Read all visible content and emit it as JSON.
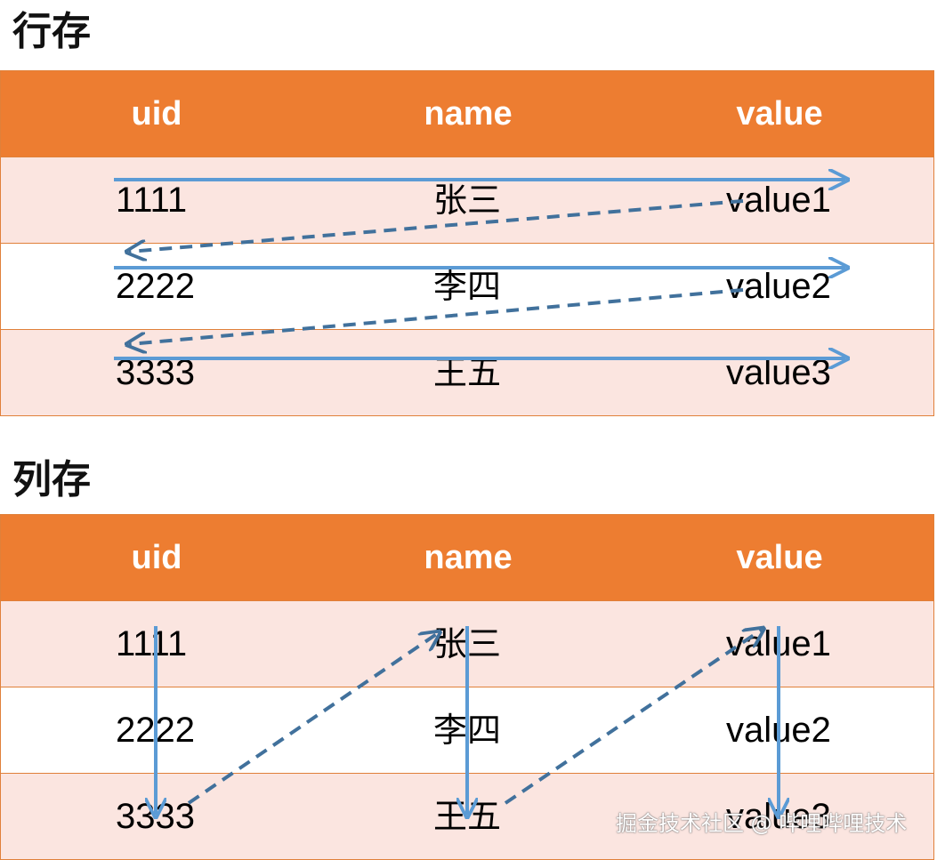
{
  "row_store": {
    "title": "行存",
    "headers": [
      "uid",
      "name",
      "value"
    ],
    "rows": [
      [
        "1111",
        "张三",
        "value1"
      ],
      [
        "2222",
        "李四",
        "value2"
      ],
      [
        "3333",
        "王五",
        "value3"
      ]
    ]
  },
  "column_store": {
    "title": "列存",
    "headers": [
      "uid",
      "name",
      "value"
    ],
    "rows": [
      [
        "1111",
        "张三",
        "value1"
      ],
      [
        "2222",
        "李四",
        "value2"
      ],
      [
        "3333",
        "王五",
        "value3"
      ]
    ]
  },
  "colors": {
    "header_bg": "#ed7d31",
    "row_odd_bg": "#fbe5e0",
    "row_even_bg": "#ffffff",
    "solid_arrow": "#5b9bd5",
    "dashed_arrow": "#41719c"
  },
  "watermark": "掘金技术社区 @ 哔哩哔哩技术"
}
